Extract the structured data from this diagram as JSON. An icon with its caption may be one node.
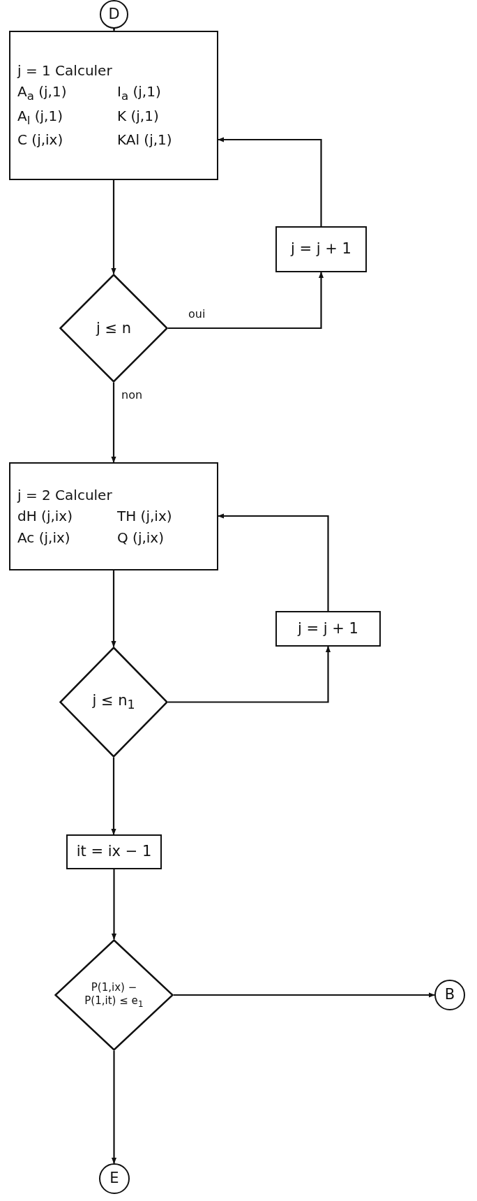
{
  "diagram": {
    "nodes": [
      {
        "text": [
          "D"
        ]
      },
      {
        "text": [
          "j = 1 Calculer",
          "A$_{a}$ (j,1)",
          "I$_{a}$ (j,1)",
          "A$_{l}$ (j,1)",
          "K (j,1)",
          "C (j,ix)",
          "KAl (j,1)"
        ]
      },
      {
        "text": [
          "j = j + 1"
        ]
      },
      {
        "text": [
          "j ≤ n"
        ]
      },
      {
        "text": [
          "j = 2 Calculer",
          "dH (j,ix)",
          "TH (j,ix)",
          "Ac (j,ix)",
          "Q (j,ix)"
        ]
      },
      {
        "text": [
          "j = j + 1"
        ]
      },
      {
        "text": [
          "j ≤ n$_{1}$"
        ]
      },
      {
        "text": [
          "it = ix − 1"
        ]
      },
      {
        "text": [
          "P(1,ix) − P(1,it) ≤ e$_{1}$"
        ]
      },
      {
        "text": [
          "B"
        ]
      },
      {
        "text": [
          "E"
        ]
      }
    ],
    "edges": [
      {
        "from": 0,
        "to": 1,
        "arrow": "to"
      },
      {
        "from": 1,
        "to": 3,
        "arrow": "to"
      },
      {
        "from": 3,
        "to": 2,
        "arrow": "to",
        "label": "oui"
      },
      {
        "from": 2,
        "to": 1,
        "arrow": "to"
      },
      {
        "from": 3,
        "to": 4,
        "arrow": "to",
        "label": "non"
      },
      {
        "from": 4,
        "to": 6,
        "arrow": "to"
      },
      {
        "from": 6,
        "to": 5,
        "arrow": "to"
      },
      {
        "from": 5,
        "to": 4,
        "arrow": "to"
      },
      {
        "from": 6,
        "to": 7,
        "arrow": "to"
      },
      {
        "from": 7,
        "to": 8,
        "arrow": "to"
      },
      {
        "from": 8,
        "to": 9,
        "arrow": "to"
      },
      {
        "from": 8,
        "to": 10,
        "arrow": "to"
      }
    ]
  }
}
